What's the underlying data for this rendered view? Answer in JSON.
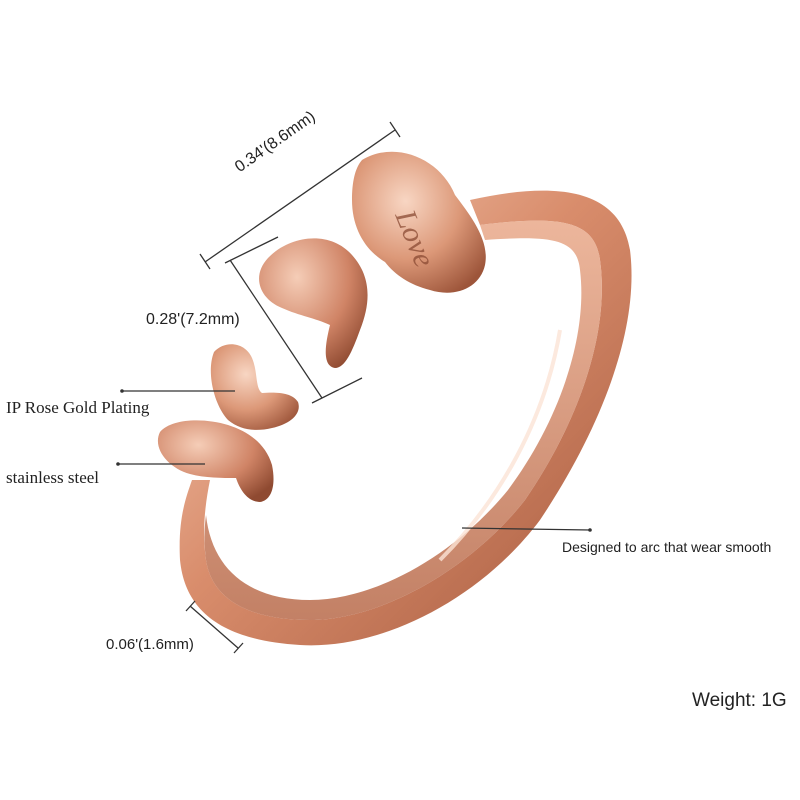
{
  "annotations": {
    "width_dimension": "0.34'(8.6mm)",
    "height_dimension": "0.28'(7.2mm)",
    "plating": "IP Rose Gold Plating",
    "material": "stainless steel",
    "arc_note": "Designed to arc that wear smooth",
    "band_thickness": "0.06'(1.6mm)",
    "weight": "Weight: 1G"
  },
  "engraving": "Love",
  "colors": {
    "rose_gold_light": "#f3c3a8",
    "rose_gold_mid": "#d98d6c",
    "rose_gold_dark": "#a65a3e",
    "line": "#333333"
  }
}
